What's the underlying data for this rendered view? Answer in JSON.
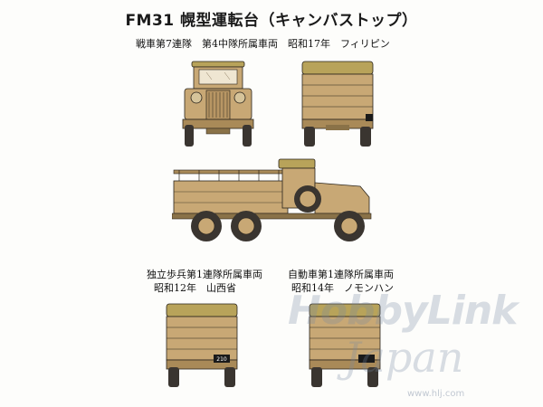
{
  "title": "FM31 幌型運転台（キャンバストップ）",
  "caption_top": "戦車第7連隊　第4中隊所属車両　昭和17年　フィリピン",
  "caption_left_line1": "独立歩兵第1連隊所属車両",
  "caption_left_line2": "昭和12年　山西省",
  "caption_right_line1": "自動車第1連隊所属車両",
  "caption_right_line2": "昭和14年　ノモンハン",
  "plate_bottom_left": "210",
  "watermark": {
    "line1": "HobbyLink",
    "line2": "Japan",
    "url": "www.hlj.com"
  },
  "colors": {
    "body_tan": "#c8a875",
    "canvas_olive": "#b8a35a",
    "tire_dark": "#3a3530",
    "outline": "#2a241c"
  },
  "icons": [
    "truck-front-view",
    "truck-rear-view",
    "truck-side-view"
  ]
}
